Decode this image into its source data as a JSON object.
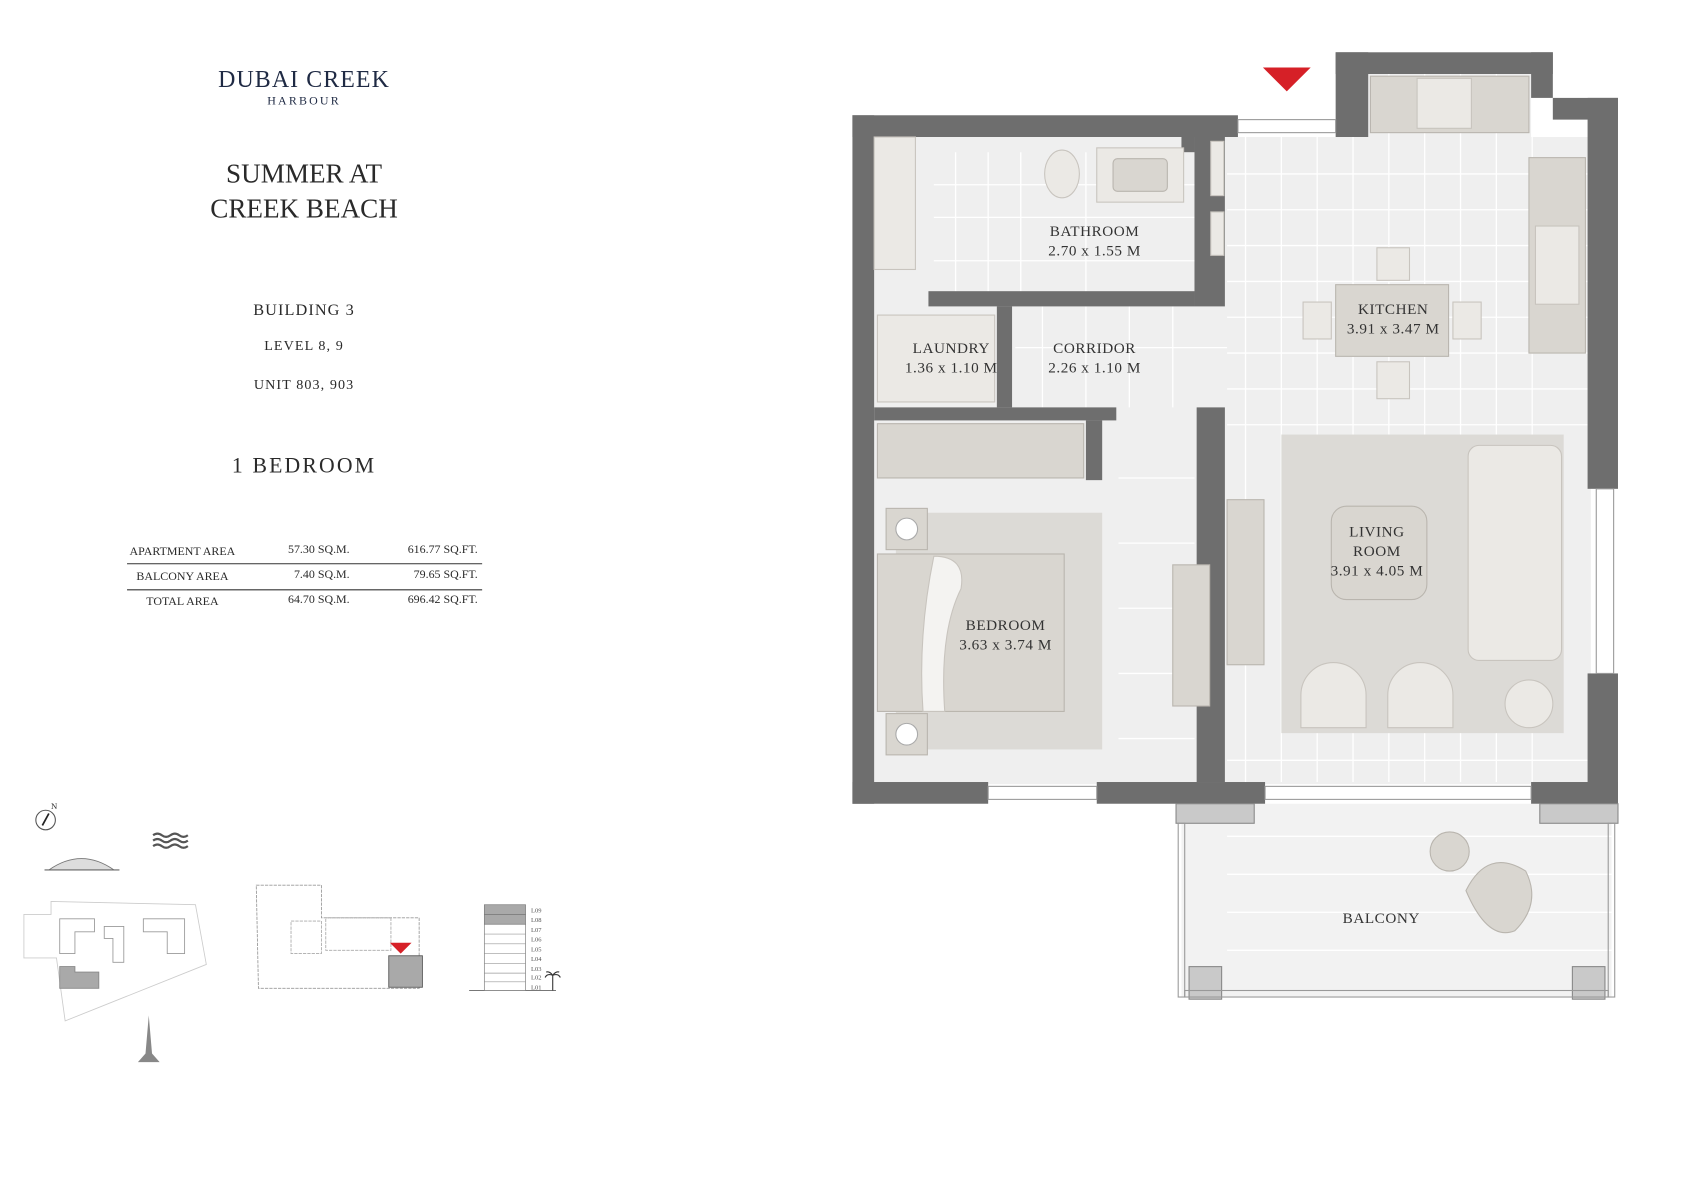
{
  "brand": {
    "line1": "DUBAI CREEK",
    "line2": "HARBOUR"
  },
  "project": {
    "line1": "SUMMER AT",
    "line2": "CREEK BEACH"
  },
  "building": "BUILDING 3",
  "level": "LEVEL 8, 9",
  "unit": "UNIT 803, 903",
  "unit_type": "1 BEDROOM",
  "areas": [
    {
      "label": "APARTMENT AREA",
      "sqm": "57.30 SQ.M.",
      "sqft": "616.77 SQ.FT."
    },
    {
      "label": "BALCONY AREA",
      "sqm": "7.40 SQ.M.",
      "sqft": "79.65 SQ.FT."
    },
    {
      "label": "TOTAL AREA",
      "sqm": "64.70 SQ.M.",
      "sqft": "696.42 SQ.FT."
    }
  ],
  "rooms": {
    "bathroom": {
      "name": "BATHROOM",
      "dim": "2.70 x 1.55 M"
    },
    "kitchen": {
      "name": "KITCHEN",
      "dim": "3.91 x 3.47 M"
    },
    "laundry": {
      "name": "LAUNDRY",
      "dim": "1.36 x 1.10 M"
    },
    "corridor": {
      "name": "CORRIDOR",
      "dim": "2.26 x 1.10 M"
    },
    "living": {
      "name1": "LIVING",
      "name2": "ROOM",
      "dim": "3.91 x 4.05 M"
    },
    "bedroom": {
      "name": "BEDROOM",
      "dim": "3.63 x 3.74 M"
    },
    "balcony": {
      "name": "BALCONY"
    }
  },
  "compass": {
    "label": "N"
  },
  "levels": [
    "L09",
    "L08",
    "L07",
    "L06",
    "L05",
    "L04",
    "L03",
    "L02",
    "L01"
  ],
  "highlighted_levels": [
    "L09",
    "L08"
  ],
  "colors": {
    "wall": "#6e6e6e",
    "entrance_marker": "#d62027",
    "brand": "#1f2a44",
    "highlight": "#a9a9a9"
  },
  "icons": [
    "compass-icon",
    "water-waves-icon",
    "bridge-icon",
    "tower-icon",
    "palm-tree-icon",
    "entrance-marker-icon"
  ]
}
